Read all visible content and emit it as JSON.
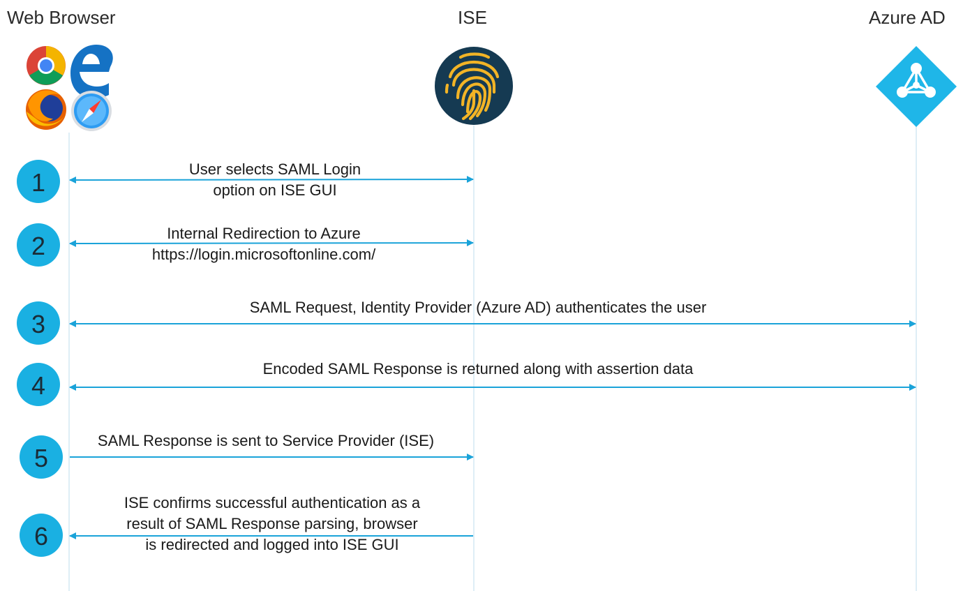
{
  "actors": {
    "browser": {
      "label": "Web Browser",
      "icons": [
        "chrome-icon",
        "edge-icon",
        "firefox-icon",
        "safari-icon"
      ]
    },
    "ise": {
      "label": "ISE",
      "icon": "fingerprint-icon"
    },
    "azure": {
      "label": "Azure AD",
      "icon": "azure-ad-icon"
    }
  },
  "steps": [
    {
      "number": "1",
      "lines": [
        "User selects SAML Login",
        "option on ISE GUI"
      ],
      "from": "browser",
      "to": "ise",
      "direction": "both"
    },
    {
      "number": "2",
      "lines": [
        "Internal Redirection to Azure",
        "https://login.microsoftonline.com/"
      ],
      "from": "browser",
      "to": "ise",
      "direction": "both"
    },
    {
      "number": "3",
      "lines": [
        "SAML Request, Identity Provider (Azure AD) authenticates the user"
      ],
      "from": "browser",
      "to": "azure",
      "direction": "both"
    },
    {
      "number": "4",
      "lines": [
        "Encoded SAML Response is returned along with assertion data"
      ],
      "from": "browser",
      "to": "azure",
      "direction": "both"
    },
    {
      "number": "5",
      "lines": [
        "SAML Response is sent to Service Provider (ISE)"
      ],
      "from": "browser",
      "to": "ise",
      "direction": "forward"
    },
    {
      "number": "6",
      "lines": [
        "ISE confirms successful authentication as a",
        "result of SAML Response parsing, browser",
        "is redirected and logged into ISE GUI"
      ],
      "from": "ise",
      "to": "browser",
      "direction": "forward"
    }
  ],
  "colors": {
    "arrow": "#1aa3d9",
    "step_circle": "#1ab0e2",
    "lifeline": "#cfe6f3",
    "ise_bg": "#153a52",
    "ise_print": "#f2b426",
    "azure": "#1fb6e8"
  }
}
